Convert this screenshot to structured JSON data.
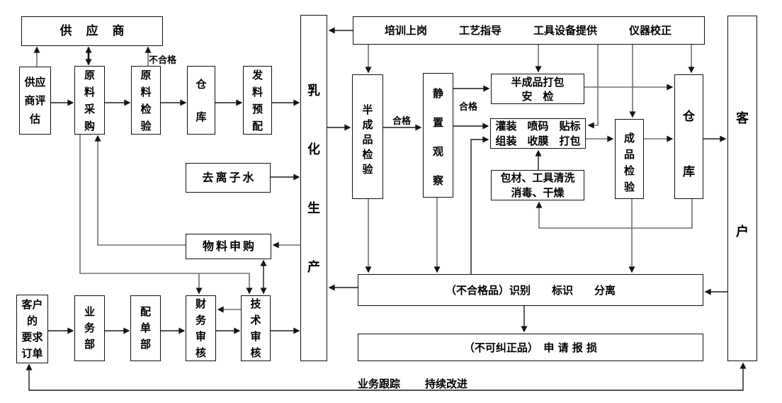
{
  "nodes": {
    "supplier": {
      "label": "供应商"
    },
    "supplier_eval": {
      "label": "供应\n商评\n估"
    },
    "raw_purchase": {
      "label": "原\n料\n采\n购"
    },
    "raw_inspect": {
      "label": "原\n料\n检\n验"
    },
    "warehouse_in": {
      "label": "仓\n库"
    },
    "dispatch_premix": {
      "label": "发\n料\n预\n配"
    },
    "emulsify_bar": {
      "label": "乳\n化\n生\n产"
    },
    "training": {
      "items": [
        "培训上岗",
        "工艺指导",
        "工具设备提供",
        "仪器校正"
      ]
    },
    "deionized_water": {
      "label": "去离子水"
    },
    "material_requisition": {
      "label": "物料申购"
    },
    "customer_order": {
      "label": "客户\n的\n要求\n订单"
    },
    "business_dept": {
      "label": "业\n务\n部"
    },
    "order_dept": {
      "label": "配\n单\n部"
    },
    "finance_review": {
      "label": "财\n务\n审\n核"
    },
    "tech_review": {
      "label": "技\n术\n审\n核"
    },
    "semi_inspect": {
      "label": "半\n成\n品\n检\n验"
    },
    "standing_obs": {
      "label": "静\n置\n观\n察"
    },
    "semi_pack": {
      "label": "半成品打包\n安　检"
    },
    "filling_pack": {
      "label": "灌装　喷码　贴标\n组装　收膜　打包"
    },
    "pack_clean": {
      "label": "包材、工具清洗\n消毒、干燥"
    },
    "finished_inspect": {
      "label": "成\n品\n检\n验"
    },
    "warehouse_out": {
      "label": "仓\n库"
    },
    "customer_bar": {
      "label": "客\n户"
    },
    "nonconforming": {
      "label": "（不合格品）识别　　标识　　分离"
    },
    "uncorrectable": {
      "label": "（不可纠正品）　申 请 报 损"
    }
  },
  "edge_labels": {
    "unqualified": "不合格",
    "qualified_1": "合格",
    "qualified_2": "合格"
  },
  "footer": {
    "tracking": "业务跟踪",
    "improvement": "持续改进"
  }
}
